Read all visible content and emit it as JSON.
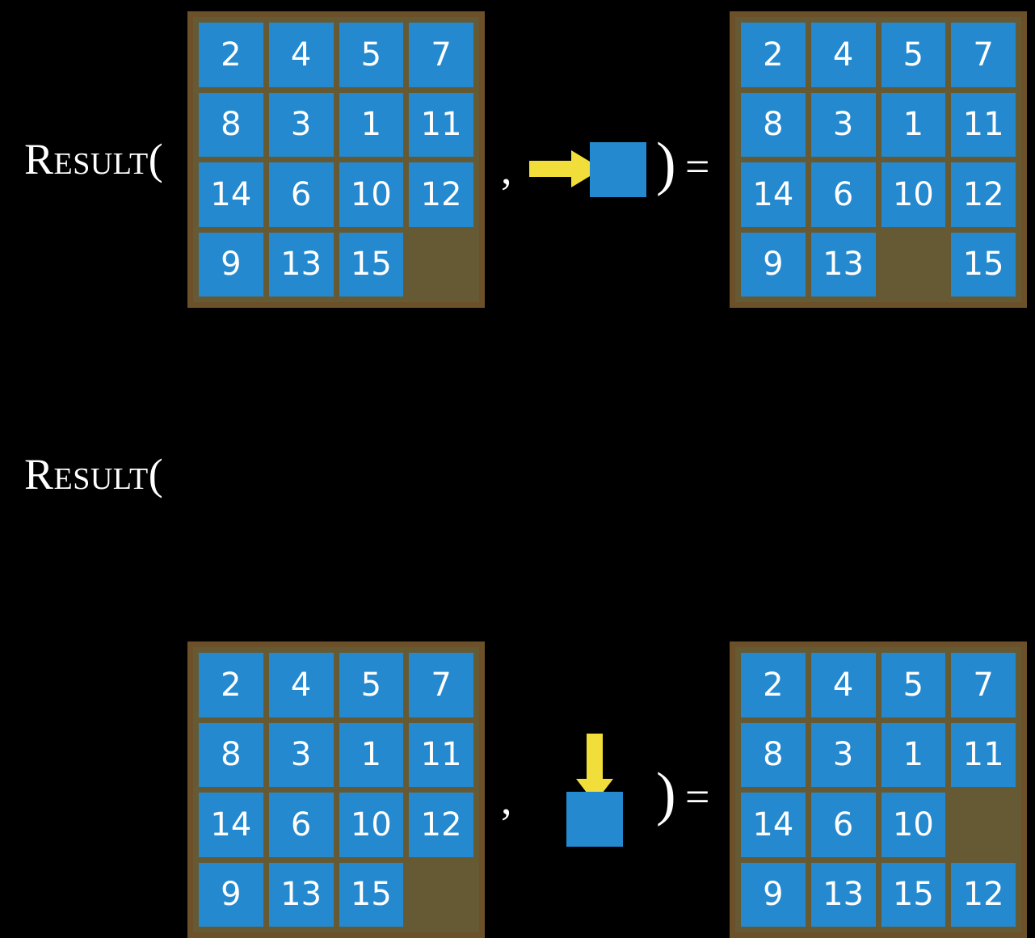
{
  "figure": {
    "background_color": "#000000",
    "tile_color": "#2489CE",
    "board_border_color": "#6B5029",
    "board_interior_color": "#665A34",
    "arrow_color": "#F2DE3A",
    "text_color": "#FFFFFF"
  },
  "symbols": {
    "result_label": "Result(",
    "comma": ",",
    "close_paren": ")",
    "equals": "="
  },
  "rows": [
    {
      "id": "row-top",
      "label": "Result(",
      "input_board": {
        "name": "top-input-board",
        "rows": [
          [
            "2",
            "4",
            "5",
            "7"
          ],
          [
            "8",
            "3",
            "1",
            "11"
          ],
          [
            "14",
            "6",
            "10",
            "12"
          ],
          [
            "9",
            "13",
            "15",
            ""
          ]
        ]
      },
      "action": {
        "name": "slide-right-action",
        "arrow_direction": "right",
        "arrow_icon": "arrow-right-icon",
        "tile_label": ""
      },
      "output_board": {
        "name": "top-output-board",
        "rows": [
          [
            "2",
            "4",
            "5",
            "7"
          ],
          [
            "8",
            "3",
            "1",
            "11"
          ],
          [
            "14",
            "6",
            "10",
            "12"
          ],
          [
            "9",
            "13",
            "",
            "15"
          ]
        ]
      }
    },
    {
      "id": "row-bottom",
      "label": "Result(",
      "input_board": {
        "name": "bottom-input-board",
        "rows": [
          [
            "2",
            "4",
            "5",
            "7"
          ],
          [
            "8",
            "3",
            "1",
            "11"
          ],
          [
            "14",
            "6",
            "10",
            "12"
          ],
          [
            "9",
            "13",
            "15",
            ""
          ]
        ]
      },
      "action": {
        "name": "slide-down-action",
        "arrow_direction": "down",
        "arrow_icon": "arrow-down-icon",
        "tile_label": ""
      },
      "output_board": {
        "name": "bottom-output-board",
        "rows": [
          [
            "2",
            "4",
            "5",
            "7"
          ],
          [
            "8",
            "3",
            "1",
            "11"
          ],
          [
            "14",
            "6",
            "10",
            ""
          ],
          [
            "9",
            "13",
            "15",
            "12"
          ]
        ]
      }
    }
  ]
}
